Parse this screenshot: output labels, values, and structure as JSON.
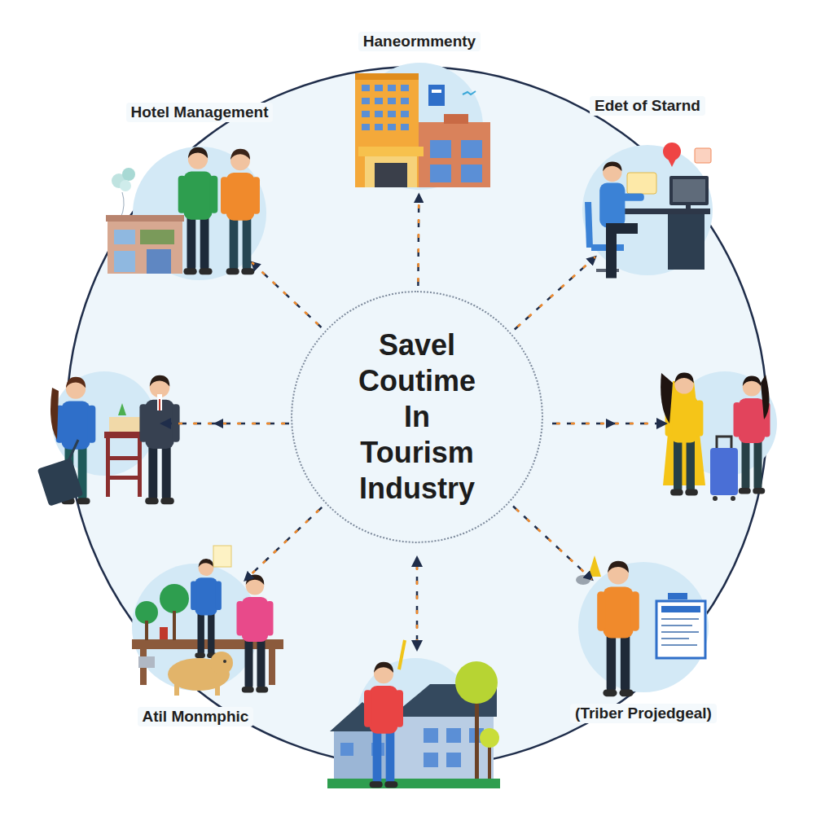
{
  "diagram": {
    "nodes": [
      {
        "text": [
          "Savel Coutime In Tourism Industry"
        ]
      },
      {
        "text": [
          "Hotel Management"
        ]
      },
      {
        "text": [
          "Haneormmenty"
        ]
      },
      {
        "text": [
          "Edet of Starnd"
        ]
      },
      {
        "text": [
          "Atil Monmphic"
        ]
      },
      {
        "text": [
          "(Triber Projedgeal)"
        ]
      }
    ],
    "edges": [
      {
        "from": 0,
        "to": 1,
        "arrow": "to"
      },
      {
        "from": 0,
        "to": 2,
        "arrow": "to"
      },
      {
        "from": 0,
        "to": 3,
        "arrow": "to"
      },
      {
        "from": 0,
        "to": 4,
        "arrow": "to"
      },
      {
        "from": 0,
        "to": 5,
        "arrow": "to"
      }
    ]
  }
}
